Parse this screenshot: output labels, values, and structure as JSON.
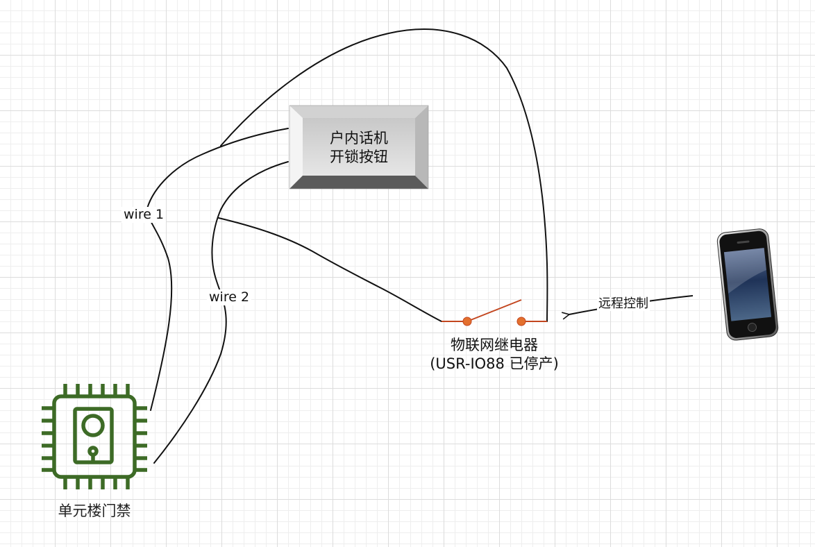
{
  "labels": {
    "wire1": "wire 1",
    "wire2": "wire 2",
    "button_line1": "户内话机",
    "button_line2": "开锁按钮",
    "relay_line1": "物联网继电器",
    "relay_line2": "(USR-IO88 已停产)",
    "remote": "远程控制",
    "door": "单元楼门禁"
  },
  "colors": {
    "door_icon": "#3d6b26",
    "relay_switch": "#c3461f",
    "relay_terminal": "#e3702e",
    "wire": "#111111"
  },
  "icons": {
    "door": "door-lock-chip-icon",
    "phone": "smartphone-icon",
    "button": "push-button-icon"
  }
}
